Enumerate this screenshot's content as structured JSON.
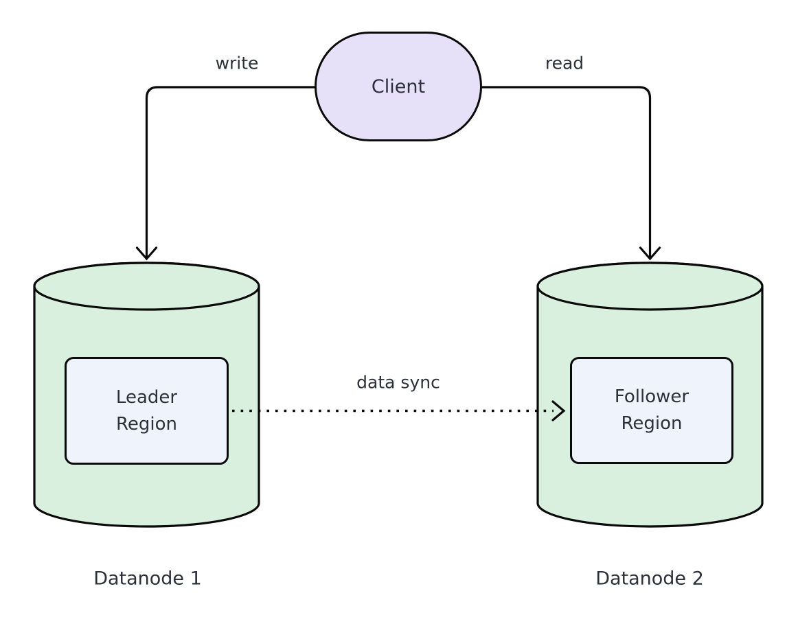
{
  "diagram": {
    "title": "leader-follower replication diagram",
    "nodes": {
      "client": {
        "label": "Client",
        "shape": "stadium",
        "fill_key": "client_fill"
      },
      "datanode1": {
        "label": "Datanode 1",
        "shape": "cylinder",
        "fill_key": "cylinder_fill"
      },
      "datanode2": {
        "label": "Datanode 2",
        "shape": "cylinder",
        "fill_key": "cylinder_fill"
      },
      "leader_region": {
        "label": "Leader Region",
        "shape": "rounded-rect",
        "parent": "Datanode 1"
      },
      "follower_region": {
        "label": "Follower Region",
        "shape": "rounded-rect",
        "parent": "Datanode 2"
      }
    },
    "edges": {
      "write": {
        "label": "write",
        "from": "Client",
        "to": "Datanode 1",
        "style": "solid",
        "arrowhead": "open-v"
      },
      "read": {
        "label": "read",
        "from": "Client",
        "to": "Datanode 2",
        "style": "solid",
        "arrowhead": "open-v"
      },
      "data_sync": {
        "label": "data sync",
        "from": "Leader Region",
        "to": "Follower Region",
        "style": "dotted",
        "arrowhead": "open-v"
      }
    },
    "colors": {
      "client_fill": "#E6E1F8",
      "cylinder_fill": "#DAF0DE",
      "region_fill": "#EFF3FB",
      "stroke": "#0A0A0A",
      "text": "#2B303A",
      "background": "#FFFFFF"
    }
  }
}
